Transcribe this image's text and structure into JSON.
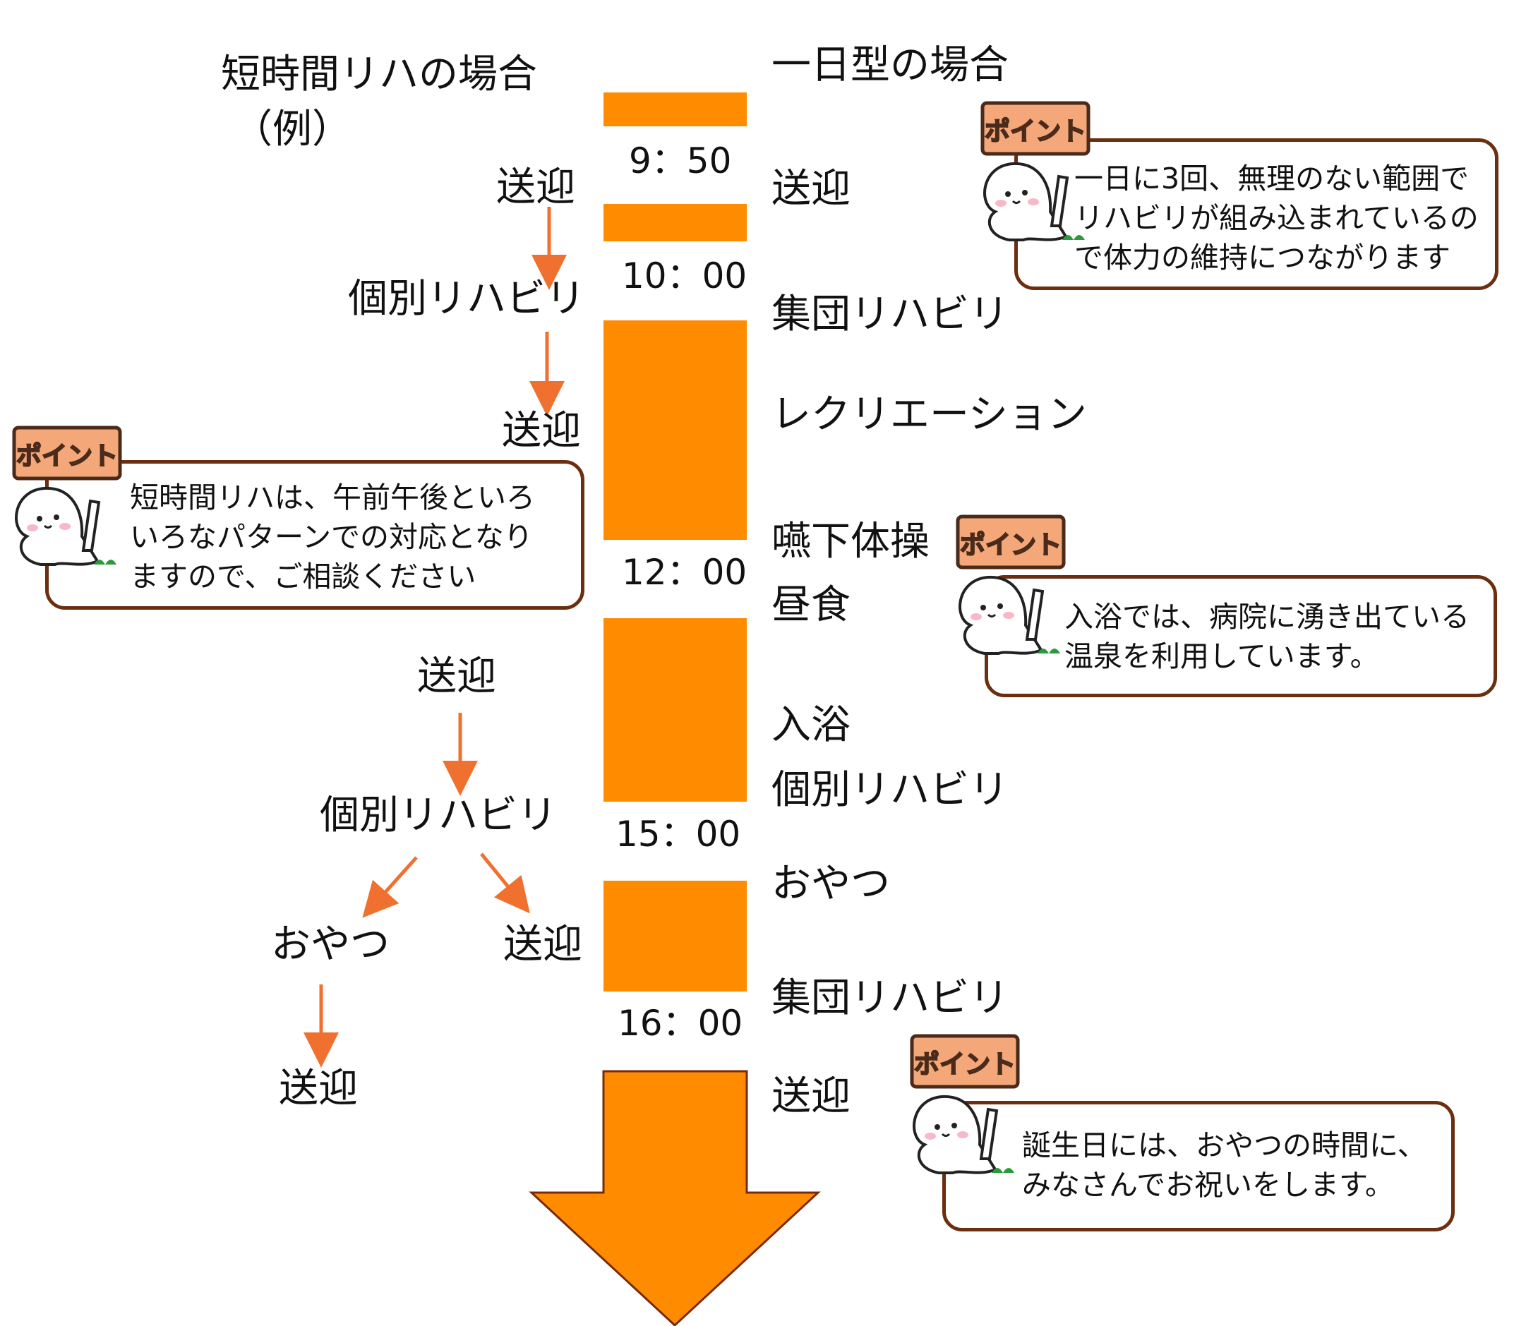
{
  "left_header": {
    "title": "短時間リハの場合",
    "subtitle": "（例）"
  },
  "right_header": {
    "title": "一日型の場合"
  },
  "times": [
    "9：50",
    "10：00",
    "12：00",
    "15：00",
    "16：00"
  ],
  "short_flow": {
    "morning": [
      "送迎",
      "個別リハビリ",
      "送迎"
    ],
    "afternoon": [
      "送迎",
      "個別リハビリ",
      "おやつ",
      "送迎",
      "送迎"
    ]
  },
  "day_schedule": [
    "送迎",
    "集団リハビリ",
    "レクリエーション",
    "嚥下体操",
    "昼食",
    "入浴",
    "個別リハビリ",
    "おやつ",
    "集団リハビリ",
    "送迎"
  ],
  "badge_text": "ポイント",
  "points": [
    {
      "text": "一日に3回、無理のない範囲で\nリハビリが組み込まれているの\nで体力の維持につながります"
    },
    {
      "text": "短時間リハは、午前午後といろ\nいろなパターンでの対応となり\nますので、ご相談ください"
    },
    {
      "text": "入浴では、病院に湧き出ている\n温泉を利用しています。"
    },
    {
      "text": "誕生日には、おやつの時間に、\nみなさんでお祝いをします。"
    }
  ],
  "colors": {
    "timeline_orange": "#ff8c00",
    "arrow_orange": "#f07030",
    "callout_border": "#6b2f10",
    "badge_fill": "#f4a87a",
    "badge_text": "#f8d800"
  }
}
